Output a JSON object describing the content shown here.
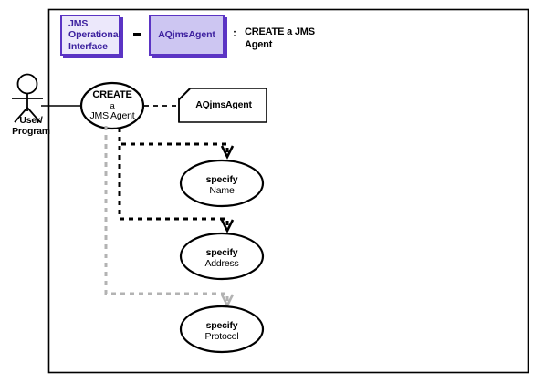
{
  "diagram": {
    "title": "CREATE a JMS Agent use case diagram",
    "colors": {
      "legend_border": "#5b34c4",
      "legend_fill_1": "#ece8fb",
      "legend_fill_2": "#cdc6f2",
      "legend_text": "#3b1f9e",
      "flow_black": "#000000",
      "flow_gray": "#b3b3b3"
    }
  },
  "legend": {
    "box1_label": "JMS Operational Interface",
    "box1_lines": [
      "JMS",
      "Operational",
      "Interface"
    ],
    "separator": "-",
    "box2_label": "AQjmsAgent",
    "colon": ":",
    "caption": "CREATE a JMS Agent",
    "caption_lines": [
      "CREATE a JMS",
      "Agent"
    ]
  },
  "actor": {
    "name": "User/Program",
    "label_lines": [
      "User/",
      "Program"
    ]
  },
  "use_case": {
    "label": "CREATE a JMS Agent",
    "lines": [
      "CREATE",
      "a",
      "JMS Agent"
    ]
  },
  "note": {
    "label": "AQjmsAgent"
  },
  "steps": [
    {
      "id": "specify-name",
      "label": "specify Name",
      "lines": [
        "specify",
        "Name"
      ],
      "arrow_color": "#000000",
      "line_style": "dashed-black"
    },
    {
      "id": "specify-address",
      "label": "specify Address",
      "lines": [
        "specify",
        "Address"
      ],
      "arrow_color": "#000000",
      "line_style": "dashed-black"
    },
    {
      "id": "specify-protocol",
      "label": "specify Protocol",
      "lines": [
        "specify",
        "Protocol"
      ],
      "arrow_color": "#b3b3b3",
      "line_style": "dashed-gray"
    }
  ]
}
